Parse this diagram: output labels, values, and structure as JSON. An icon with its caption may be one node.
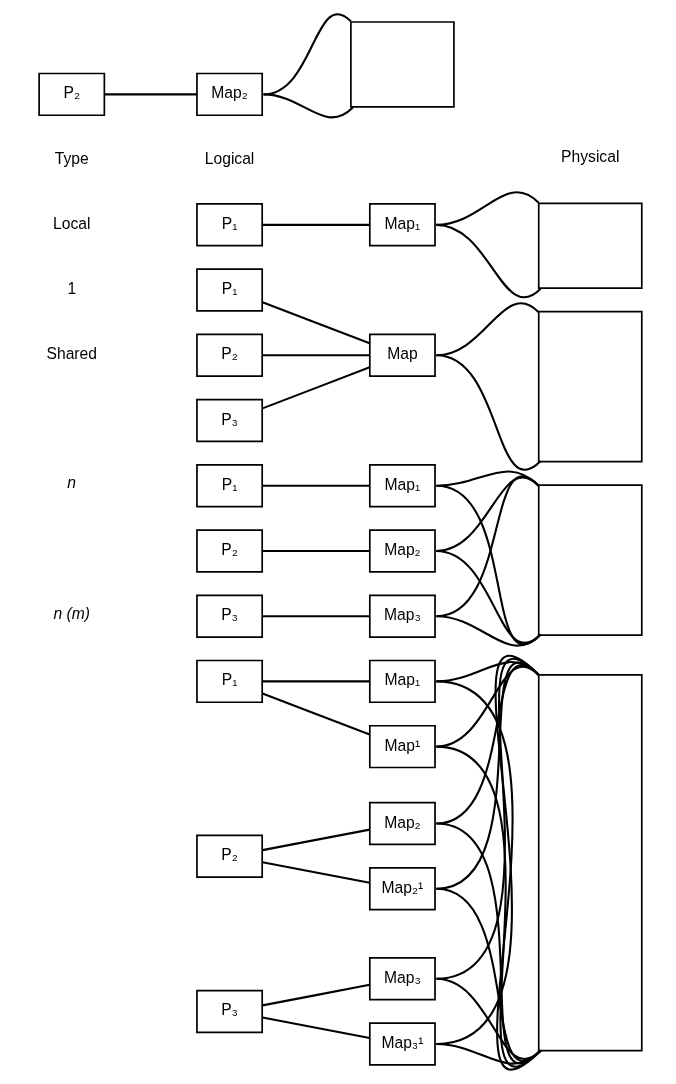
{
  "diagram": {
    "nodes": [
      {
        "text": [
          "P₁"
        ]
      },
      {
        "text": [
          "Map₁"
        ]
      },
      {
        "text": [],
        "shape": "box"
      },
      {
        "text": [
          "P₂"
        ]
      },
      {
        "text": [
          "Map₂"
        ]
      },
      {
        "text": [],
        "shape": "box"
      },
      {
        "text": [
          "P₁"
        ]
      },
      {
        "text": [
          "P₂"
        ]
      },
      {
        "text": [
          "P₃"
        ]
      },
      {
        "text": [
          "Map"
        ]
      },
      {
        "text": [],
        "shape": "box"
      },
      {
        "text": [
          "P₁"
        ]
      },
      {
        "text": [
          "P₂"
        ]
      },
      {
        "text": [
          "P₃"
        ]
      },
      {
        "text": [
          "Map₁"
        ]
      },
      {
        "text": [
          "Map₂"
        ]
      },
      {
        "text": [
          "Map₃"
        ]
      },
      {
        "text": [],
        "shape": "box"
      },
      {
        "text": [
          "P₁"
        ]
      },
      {
        "text": [
          "Map₁"
        ]
      },
      {
        "text": [
          "Map¹"
        ]
      },
      {
        "text": [
          "P₂"
        ]
      },
      {
        "text": [
          "Map₂"
        ]
      },
      {
        "text": [
          "Map₂¹"
        ]
      },
      {
        "text": [
          "P₃"
        ]
      },
      {
        "text": [
          "Map₃"
        ]
      },
      {
        "text": [
          "Map₃¹"
        ]
      },
      {
        "text": [],
        "shape": "box"
      }
    ],
    "edges": [
      {
        "from": 0,
        "to": 1,
        "arrow": "none"
      },
      {
        "from": 1,
        "to": 2,
        "arrow": "none"
      },
      {
        "from": 1,
        "to": 2,
        "arrow": "none"
      },
      {
        "from": 3,
        "to": 4,
        "arrow": "none"
      },
      {
        "from": 4,
        "to": 5,
        "arrow": "none"
      },
      {
        "from": 4,
        "to": 5,
        "arrow": "none"
      },
      {
        "from": 6,
        "to": 9,
        "arrow": "none"
      },
      {
        "from": 7,
        "to": 9,
        "arrow": "none"
      },
      {
        "from": 8,
        "to": 9,
        "arrow": "none"
      },
      {
        "from": 9,
        "to": 10,
        "arrow": "none"
      },
      {
        "from": 9,
        "to": 10,
        "arrow": "none"
      },
      {
        "from": 11,
        "to": 14,
        "arrow": "none"
      },
      {
        "from": 12,
        "to": 15,
        "arrow": "none"
      },
      {
        "from": 13,
        "to": 16,
        "arrow": "none"
      },
      {
        "from": 14,
        "to": 17,
        "arrow": "none"
      },
      {
        "from": 14,
        "to": 17,
        "arrow": "none"
      },
      {
        "from": 15,
        "to": 17,
        "arrow": "none"
      },
      {
        "from": 15,
        "to": 17,
        "arrow": "none"
      },
      {
        "from": 16,
        "to": 17,
        "arrow": "none"
      },
      {
        "from": 16,
        "to": 17,
        "arrow": "none"
      },
      {
        "from": 18,
        "to": 19,
        "arrow": "none"
      },
      {
        "from": 18,
        "to": 20,
        "arrow": "none"
      },
      {
        "from": 21,
        "to": 22,
        "arrow": "none"
      },
      {
        "from": 21,
        "to": 23,
        "arrow": "none"
      },
      {
        "from": 24,
        "to": 25,
        "arrow": "none"
      },
      {
        "from": 24,
        "to": 26,
        "arrow": "none"
      },
      {
        "from": 19,
        "to": 27,
        "arrow": "none"
      },
      {
        "from": 19,
        "to": 27,
        "arrow": "none"
      },
      {
        "from": 20,
        "to": 27,
        "arrow": "none"
      },
      {
        "from": 20,
        "to": 27,
        "arrow": "none"
      },
      {
        "from": 22,
        "to": 27,
        "arrow": "none"
      },
      {
        "from": 22,
        "to": 27,
        "arrow": "none"
      },
      {
        "from": 23,
        "to": 27,
        "arrow": "none"
      },
      {
        "from": 23,
        "to": 27,
        "arrow": "none"
      },
      {
        "from": 25,
        "to": 27,
        "arrow": "none"
      },
      {
        "from": 25,
        "to": 27,
        "arrow": "none"
      },
      {
        "from": 26,
        "to": 27,
        "arrow": "none"
      },
      {
        "from": 26,
        "to": 27,
        "arrow": "none"
      }
    ],
    "labels": [
      "Type",
      "Logical",
      "Physical",
      "Local",
      "1",
      "Shared",
      "n",
      "n (m)"
    ]
  }
}
